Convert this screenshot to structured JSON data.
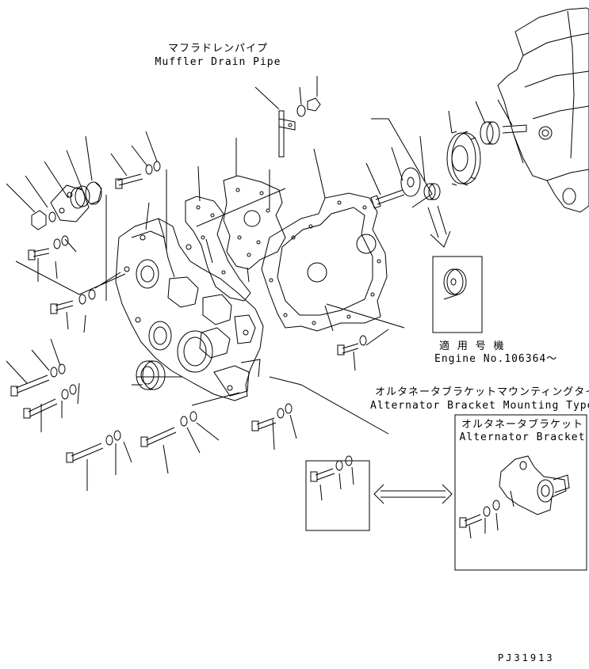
{
  "labels": {
    "muffler_jp": "マフラドレンパイプ",
    "muffler_en": "Muffler Drain Pipe",
    "applicable_jp": "適 用 号 機",
    "engine_no": "Engine No.106364～",
    "alt_mount_jp": "オルタネータブラケットマウンティングタイプ",
    "alt_mount_en": "Alternator Bracket Mounting Type",
    "alt_bracket_jp": "オルタネータブラケット",
    "alt_bracket_en": "Alternator Bracket",
    "drawing_code": "PJ31913"
  },
  "colors": {
    "line": "#000000",
    "background": "#ffffff"
  }
}
